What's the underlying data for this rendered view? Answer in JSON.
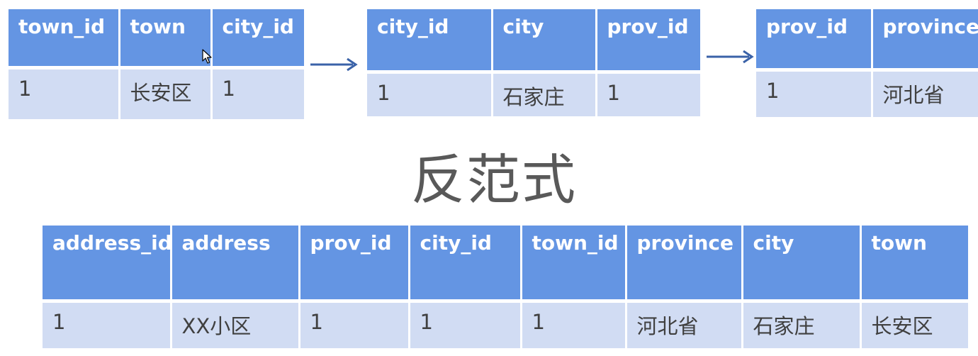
{
  "town_table": {
    "columns": [
      "town_id",
      "town",
      "city_id"
    ],
    "rows": [
      [
        "1",
        "长安区",
        "1"
      ]
    ]
  },
  "city_table": {
    "columns": [
      "city_id",
      "city",
      "prov_id"
    ],
    "rows": [
      [
        "1",
        "石家庄",
        "1"
      ]
    ]
  },
  "province_table": {
    "columns": [
      "prov_id",
      "province"
    ],
    "rows": [
      [
        "1",
        "河北省"
      ]
    ]
  },
  "denormalized_title": "反范式表",
  "denormalized_table": {
    "columns": [
      "address_id",
      "address",
      "prov_id",
      "city_id",
      "town_id",
      "province",
      "city",
      "town"
    ],
    "rows": [
      [
        "1",
        "XX小区",
        "1",
        "1",
        "1",
        "河北省",
        "石家庄",
        "长安区"
      ]
    ]
  },
  "colors": {
    "header_bg": "#6495e3",
    "cell_bg": "#d1dcf3",
    "arrow": "#3a62a8",
    "title": "#595959"
  },
  "icons": [
    "arrow-right-icon",
    "mouse-cursor-icon"
  ]
}
